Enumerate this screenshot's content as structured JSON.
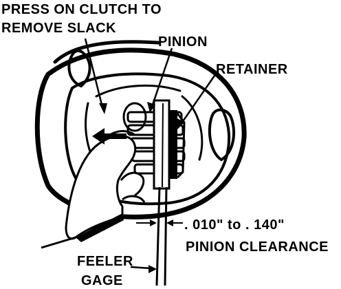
{
  "labels": {
    "press_line1": "PRESS ON CLUTCH TO",
    "press_line2": "REMOVE SLACK",
    "pinion": "PINION",
    "retainer": "RETAINER",
    "clearance_value": ". 010\" to . 140\"",
    "clearance_caption": "PINION CLEARANCE",
    "feeler_line1": "FEELER",
    "feeler_line2": "GAGE"
  },
  "colors": {
    "ink": "#000000",
    "paper": "#ffffff"
  }
}
